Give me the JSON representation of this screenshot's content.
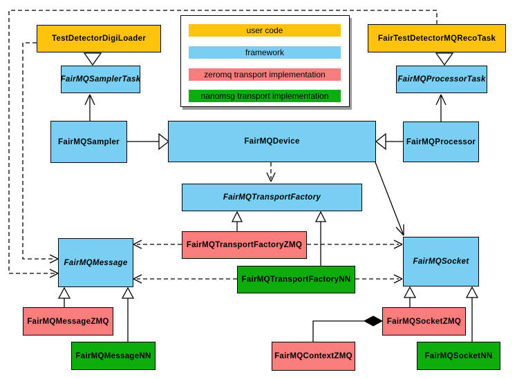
{
  "legend": {
    "items": [
      {
        "label": "user code",
        "color": "#FFC20E"
      },
      {
        "label": "framework",
        "color": "#79CFF2"
      },
      {
        "label": "zeromq transport implementation",
        "color": "#F97D7D"
      },
      {
        "label": "nanomsg transport implementation",
        "color": "#0DAD0D"
      }
    ]
  },
  "nodes": {
    "testDetectorDigiLoader": {
      "label": "TestDetectorDigiLoader",
      "category": "user code",
      "abstract": false
    },
    "fairTestDetectorMQRecoTask": {
      "label": "FairTestDetectorMQRecoTask",
      "category": "user code",
      "abstract": false
    },
    "fairMQSamplerTask": {
      "label": "FairMQSamplerTask",
      "category": "framework",
      "abstract": true
    },
    "fairMQProcessorTask": {
      "label": "FairMQProcessorTask",
      "category": "framework",
      "abstract": true
    },
    "fairMQSampler": {
      "label": "FairMQSampler",
      "category": "framework",
      "abstract": false
    },
    "fairMQDevice": {
      "label": "FairMQDevice",
      "category": "framework",
      "abstract": false
    },
    "fairMQProcessor": {
      "label": "FairMQProcessor",
      "category": "framework",
      "abstract": false
    },
    "fairMQTransportFactory": {
      "label": "FairMQTransportFactory",
      "category": "framework",
      "abstract": true
    },
    "fairMQTransportFactoryZMQ": {
      "label": "FairMQTransportFactoryZMQ",
      "category": "zeromq transport implementation",
      "abstract": false
    },
    "fairMQTransportFactoryNN": {
      "label": "FairMQTransportFactoryNN",
      "category": "nanomsg transport implementation",
      "abstract": false
    },
    "fairMQMessage": {
      "label": "FairMQMessage",
      "category": "framework",
      "abstract": true
    },
    "fairMQSocket": {
      "label": "FairMQSocket",
      "category": "framework",
      "abstract": true
    },
    "fairMQMessageZMQ": {
      "label": "FairMQMessageZMQ",
      "category": "zeromq transport implementation",
      "abstract": false
    },
    "fairMQMessageNN": {
      "label": "FairMQMessageNN",
      "category": "nanomsg transport implementation",
      "abstract": false
    },
    "fairMQContextZMQ": {
      "label": "FairMQContextZMQ",
      "category": "zeromq transport implementation",
      "abstract": false
    },
    "fairMQSocketZMQ": {
      "label": "FairMQSocketZMQ",
      "category": "zeromq transport implementation",
      "abstract": false
    },
    "fairMQSocketNN": {
      "label": "FairMQSocketNN",
      "category": "nanomsg transport implementation",
      "abstract": false
    }
  },
  "relationships": [
    {
      "from": "TestDetectorDigiLoader",
      "to": "FairMQSamplerTask",
      "type": "inheritance"
    },
    {
      "from": "FairTestDetectorMQRecoTask",
      "to": "FairMQProcessorTask",
      "type": "inheritance"
    },
    {
      "from": "FairMQSampler",
      "to": "FairMQSamplerTask",
      "type": "generalization-open-arrow"
    },
    {
      "from": "FairMQProcessor",
      "to": "FairMQProcessorTask",
      "type": "generalization-open-arrow"
    },
    {
      "from": "FairMQSampler",
      "to": "FairMQDevice",
      "type": "inheritance"
    },
    {
      "from": "FairMQProcessor",
      "to": "FairMQDevice",
      "type": "inheritance"
    },
    {
      "from": "FairMQDevice",
      "to": "FairMQTransportFactory",
      "type": "dependency-dashed"
    },
    {
      "from": "FairMQDevice",
      "to": "FairMQSocket",
      "type": "association-arrow"
    },
    {
      "from": "TestDetectorDigiLoader",
      "to": "FairMQMessage",
      "type": "dependency-dashed"
    },
    {
      "from": "FairTestDetectorMQRecoTask",
      "to": "FairMQMessage",
      "type": "dependency-dashed"
    },
    {
      "from": "FairMQTransportFactoryZMQ",
      "to": "FairMQTransportFactory",
      "type": "inheritance"
    },
    {
      "from": "FairMQTransportFactoryNN",
      "to": "FairMQTransportFactory",
      "type": "inheritance"
    },
    {
      "from": "FairMQTransportFactoryZMQ",
      "to": "FairMQMessage",
      "type": "dependency-dashed"
    },
    {
      "from": "FairMQTransportFactoryZMQ",
      "to": "FairMQSocket",
      "type": "dependency-dashed"
    },
    {
      "from": "FairMQTransportFactoryNN",
      "to": "FairMQMessage",
      "type": "dependency-dashed"
    },
    {
      "from": "FairMQTransportFactoryNN",
      "to": "FairMQSocket",
      "type": "dependency-dashed"
    },
    {
      "from": "FairMQMessageZMQ",
      "to": "FairMQMessage",
      "type": "inheritance"
    },
    {
      "from": "FairMQMessageNN",
      "to": "FairMQMessage",
      "type": "inheritance"
    },
    {
      "from": "FairMQSocketZMQ",
      "to": "FairMQSocket",
      "type": "inheritance"
    },
    {
      "from": "FairMQSocketNN",
      "to": "FairMQSocket",
      "type": "inheritance"
    },
    {
      "from": "FairMQSocketZMQ",
      "to": "FairMQContextZMQ",
      "type": "composition"
    }
  ],
  "colors": {
    "user_code": "#FFC20E",
    "framework": "#79CFF2",
    "zeromq": "#F97D7D",
    "nanomsg": "#0DAD0D",
    "line": "#000000",
    "background": "#FFFFFF"
  }
}
